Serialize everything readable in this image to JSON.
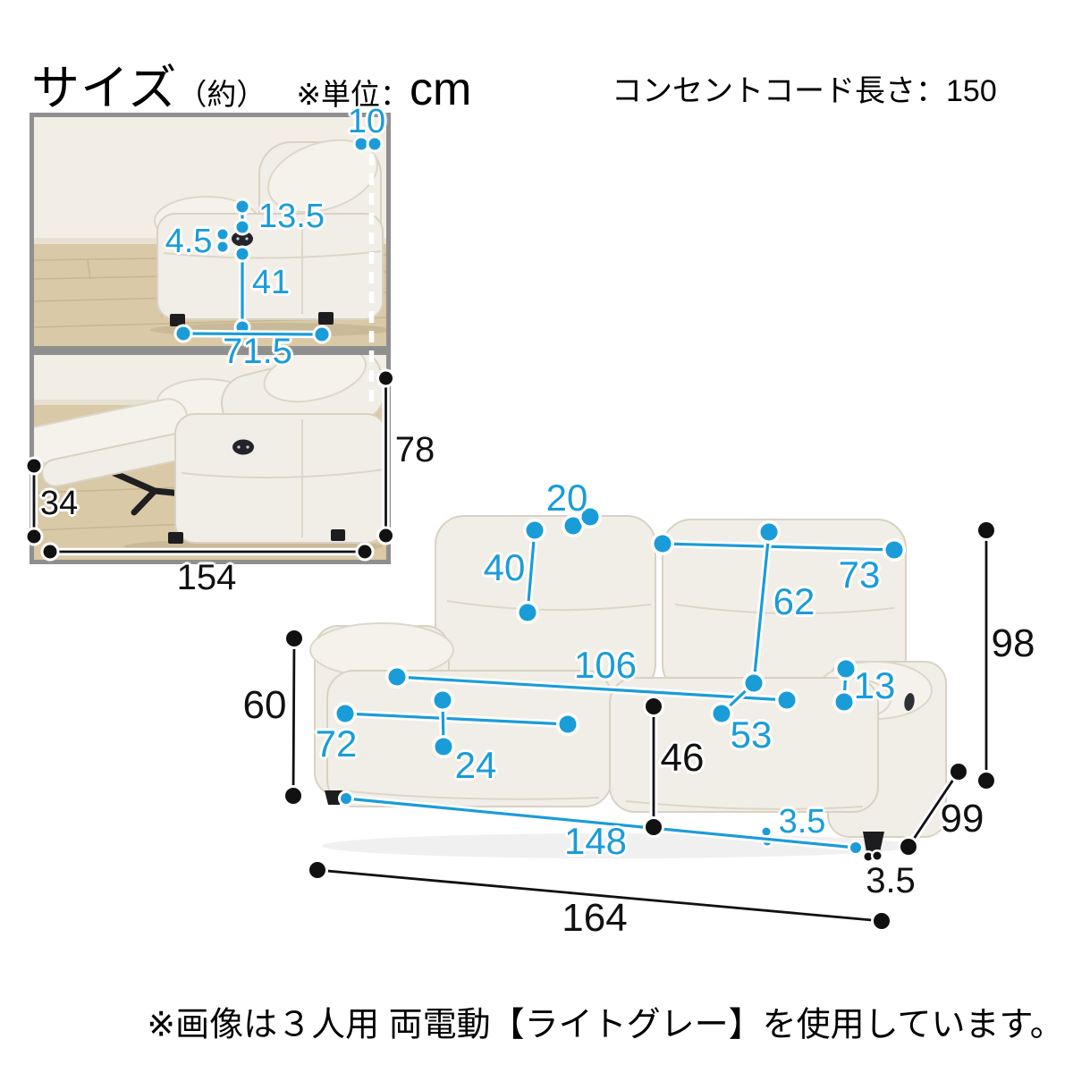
{
  "header": {
    "title": "サイズ",
    "title_suffix": "（約）",
    "unit_prefix": "※単位：",
    "unit_value": "cm",
    "cord_note": "コンセントコード長さ：150"
  },
  "footer": {
    "note": "※画像は３人用 両電動【ライトグレー】を使用しています。"
  },
  "side_view_top": {
    "d10": "10",
    "d13_5": "13.5",
    "d4_5": "4.5",
    "d41": "41",
    "d71_5": "71.5"
  },
  "side_view_reclined": {
    "d34": "34",
    "d154": "154",
    "d78": "78"
  },
  "front_view": {
    "d20": "20",
    "d40": "40",
    "d73": "73",
    "d62": "62",
    "d106": "106",
    "d13": "13",
    "d53": "53",
    "d72": "72",
    "d24": "24",
    "d46": "46",
    "d3_5_gap": "3.5",
    "d148": "148",
    "d60": "60",
    "d98": "98",
    "d99": "99",
    "d3_5_leg": "3.5",
    "d164": "164"
  },
  "colors": {
    "annotation_blue": "#1a9cd9",
    "annotation_black": "#111111",
    "photo_border_gray": "#8f8f8f",
    "sofa_ivory": "#f1eee8",
    "floor_wood": "#d9c9a6"
  }
}
